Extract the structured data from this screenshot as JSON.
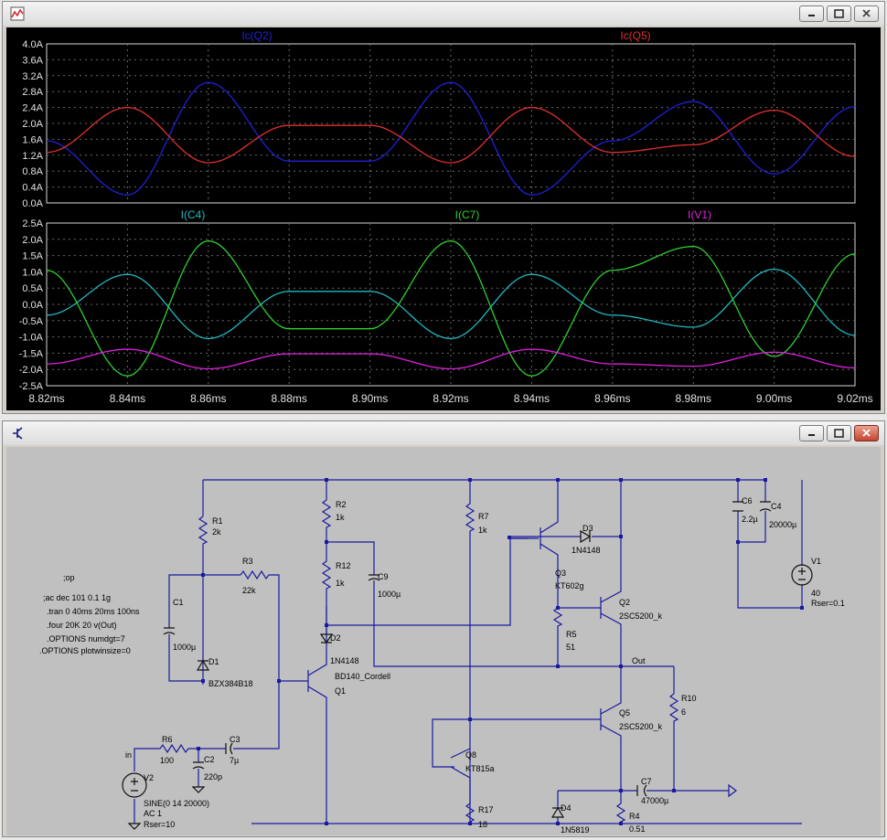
{
  "waveform_window": {
    "title": "",
    "icon": "waveform-icon",
    "controls": [
      "minimize-icon",
      "restore-icon",
      "close-icon"
    ]
  },
  "chart_data": [
    {
      "type": "line",
      "title": "",
      "x": [
        8.82,
        8.84,
        8.86,
        8.88,
        8.9,
        8.92,
        8.94,
        8.96,
        8.98,
        9.0,
        9.02
      ],
      "xlabel": "",
      "ylabel": "",
      "xlim": [
        8.82,
        9.02
      ],
      "ylim": [
        0.0,
        4.0
      ],
      "x_ticks": [
        "8.82ms",
        "8.84ms",
        "8.86ms",
        "8.88ms",
        "8.90ms",
        "8.92ms",
        "8.94ms",
        "8.96ms",
        "8.98ms",
        "9.00ms",
        "9.02ms"
      ],
      "y_ticks": [
        "4.0A",
        "3.6A",
        "3.2A",
        "2.8A",
        "2.4A",
        "2.0A",
        "1.6A",
        "1.2A",
        "0.8A",
        "0.4A",
        "0.0A"
      ],
      "grid": true,
      "series": [
        {
          "name": "Ic(Q2)",
          "color": "#2020d8",
          "values": [
            1.56,
            0.2,
            3.03,
            1.05,
            1.05,
            3.03,
            0.2,
            1.56,
            2.55,
            0.73,
            2.42
          ]
        },
        {
          "name": "Ic(Q5)",
          "color": "#e03030",
          "values": [
            1.27,
            2.4,
            1.01,
            1.95,
            1.95,
            1.01,
            2.4,
            1.27,
            1.46,
            2.33,
            1.17
          ]
        }
      ]
    },
    {
      "type": "line",
      "title": "",
      "x": [
        8.82,
        8.84,
        8.86,
        8.88,
        8.9,
        8.92,
        8.94,
        8.96,
        8.98,
        9.0,
        9.02
      ],
      "xlabel": "",
      "ylabel": "",
      "xlim": [
        8.82,
        9.02
      ],
      "ylim": [
        -2.5,
        2.5
      ],
      "x_ticks": [
        "8.82ms",
        "8.84ms",
        "8.86ms",
        "8.88ms",
        "8.90ms",
        "8.92ms",
        "8.94ms",
        "8.96ms",
        "8.98ms",
        "9.00ms",
        "9.02ms"
      ],
      "y_ticks": [
        "2.5A",
        "2.0A",
        "1.5A",
        "1.0A",
        "0.5A",
        "0.0A",
        "-0.5A",
        "-1.0A",
        "-1.5A",
        "-2.0A",
        "-2.5A"
      ],
      "grid": true,
      "series": [
        {
          "name": "I(C4)",
          "color": "#20b8c0",
          "values": [
            -0.33,
            0.92,
            -1.05,
            0.4,
            0.4,
            -1.05,
            0.92,
            -0.33,
            -0.7,
            1.08,
            -0.95
          ]
        },
        {
          "name": "I(C7)",
          "color": "#30d030",
          "values": [
            1.05,
            -2.2,
            1.95,
            -0.75,
            -0.75,
            1.95,
            -2.2,
            1.05,
            1.78,
            -1.6,
            1.55
          ]
        },
        {
          "name": "I(V1)",
          "color": "#e020e0",
          "values": [
            -1.83,
            -1.38,
            -1.98,
            -1.52,
            -1.52,
            -1.98,
            -1.38,
            -1.83,
            -1.9,
            -1.47,
            -1.95
          ]
        }
      ]
    }
  ],
  "schematic_window": {
    "title": "",
    "icon": "schematic-icon",
    "controls": [
      "minimize-icon",
      "restore-icon",
      "close-icon"
    ],
    "directives": [
      ";op",
      ";ac dec 101 0.1 1g",
      ".tran 0 40ms 20ms 100ns",
      ".four 20K 20 v(Out)",
      ".OPTIONS numdgt=7",
      ".OPTIONS plotwinsize=0"
    ],
    "components": {
      "R1": {
        "name": "R1",
        "value": "2k"
      },
      "R2": {
        "name": "R2",
        "value": "1k"
      },
      "R3": {
        "name": "R3",
        "value": "22k"
      },
      "R4": {
        "name": "R4",
        "value": "0.51"
      },
      "R5": {
        "name": "R5",
        "value": "51"
      },
      "R6": {
        "name": "R6",
        "value": "100"
      },
      "R7": {
        "name": "R7",
        "value": "1k"
      },
      "R10": {
        "name": "R10",
        "value": "6"
      },
      "R12": {
        "name": "R12",
        "value": "1k"
      },
      "R17": {
        "name": "R17",
        "value": "18"
      },
      "C1": {
        "name": "C1",
        "value": "1000µ"
      },
      "C2": {
        "name": "C2",
        "value": "220p"
      },
      "C3": {
        "name": "C3",
        "value": "7µ"
      },
      "C4": {
        "name": "C4",
        "value": "20000µ"
      },
      "C6": {
        "name": "C6",
        "value": "2.2µ"
      },
      "C7": {
        "name": "C7",
        "value": "47000µ"
      },
      "C9": {
        "name": "C9",
        "value": "1000µ"
      },
      "D1": {
        "name": "D1",
        "value": "BZX384B18"
      },
      "D2": {
        "name": "D2",
        "value": "1N4148"
      },
      "D3": {
        "name": "D3",
        "value": "1N4148"
      },
      "D4": {
        "name": "D4",
        "value": "1N5819"
      },
      "Q1": {
        "name": "Q1",
        "value": "BD140_Cordell"
      },
      "Q2": {
        "name": "Q2",
        "value": "2SC5200_k"
      },
      "Q3": {
        "name": "Q3",
        "value": "KT602g"
      },
      "Q5": {
        "name": "Q5",
        "value": "2SC5200_k"
      },
      "Q8": {
        "name": "Q8",
        "value": "KT815a"
      },
      "V1": {
        "name": "V1",
        "value": "40",
        "param": "Rser=0.1"
      },
      "V2": {
        "name": "V2",
        "value": "SINE(0 14 20000)",
        "param": "AC 1",
        "param2": "Rser=10"
      }
    },
    "net_labels": {
      "in": "in",
      "out": "Out"
    }
  }
}
